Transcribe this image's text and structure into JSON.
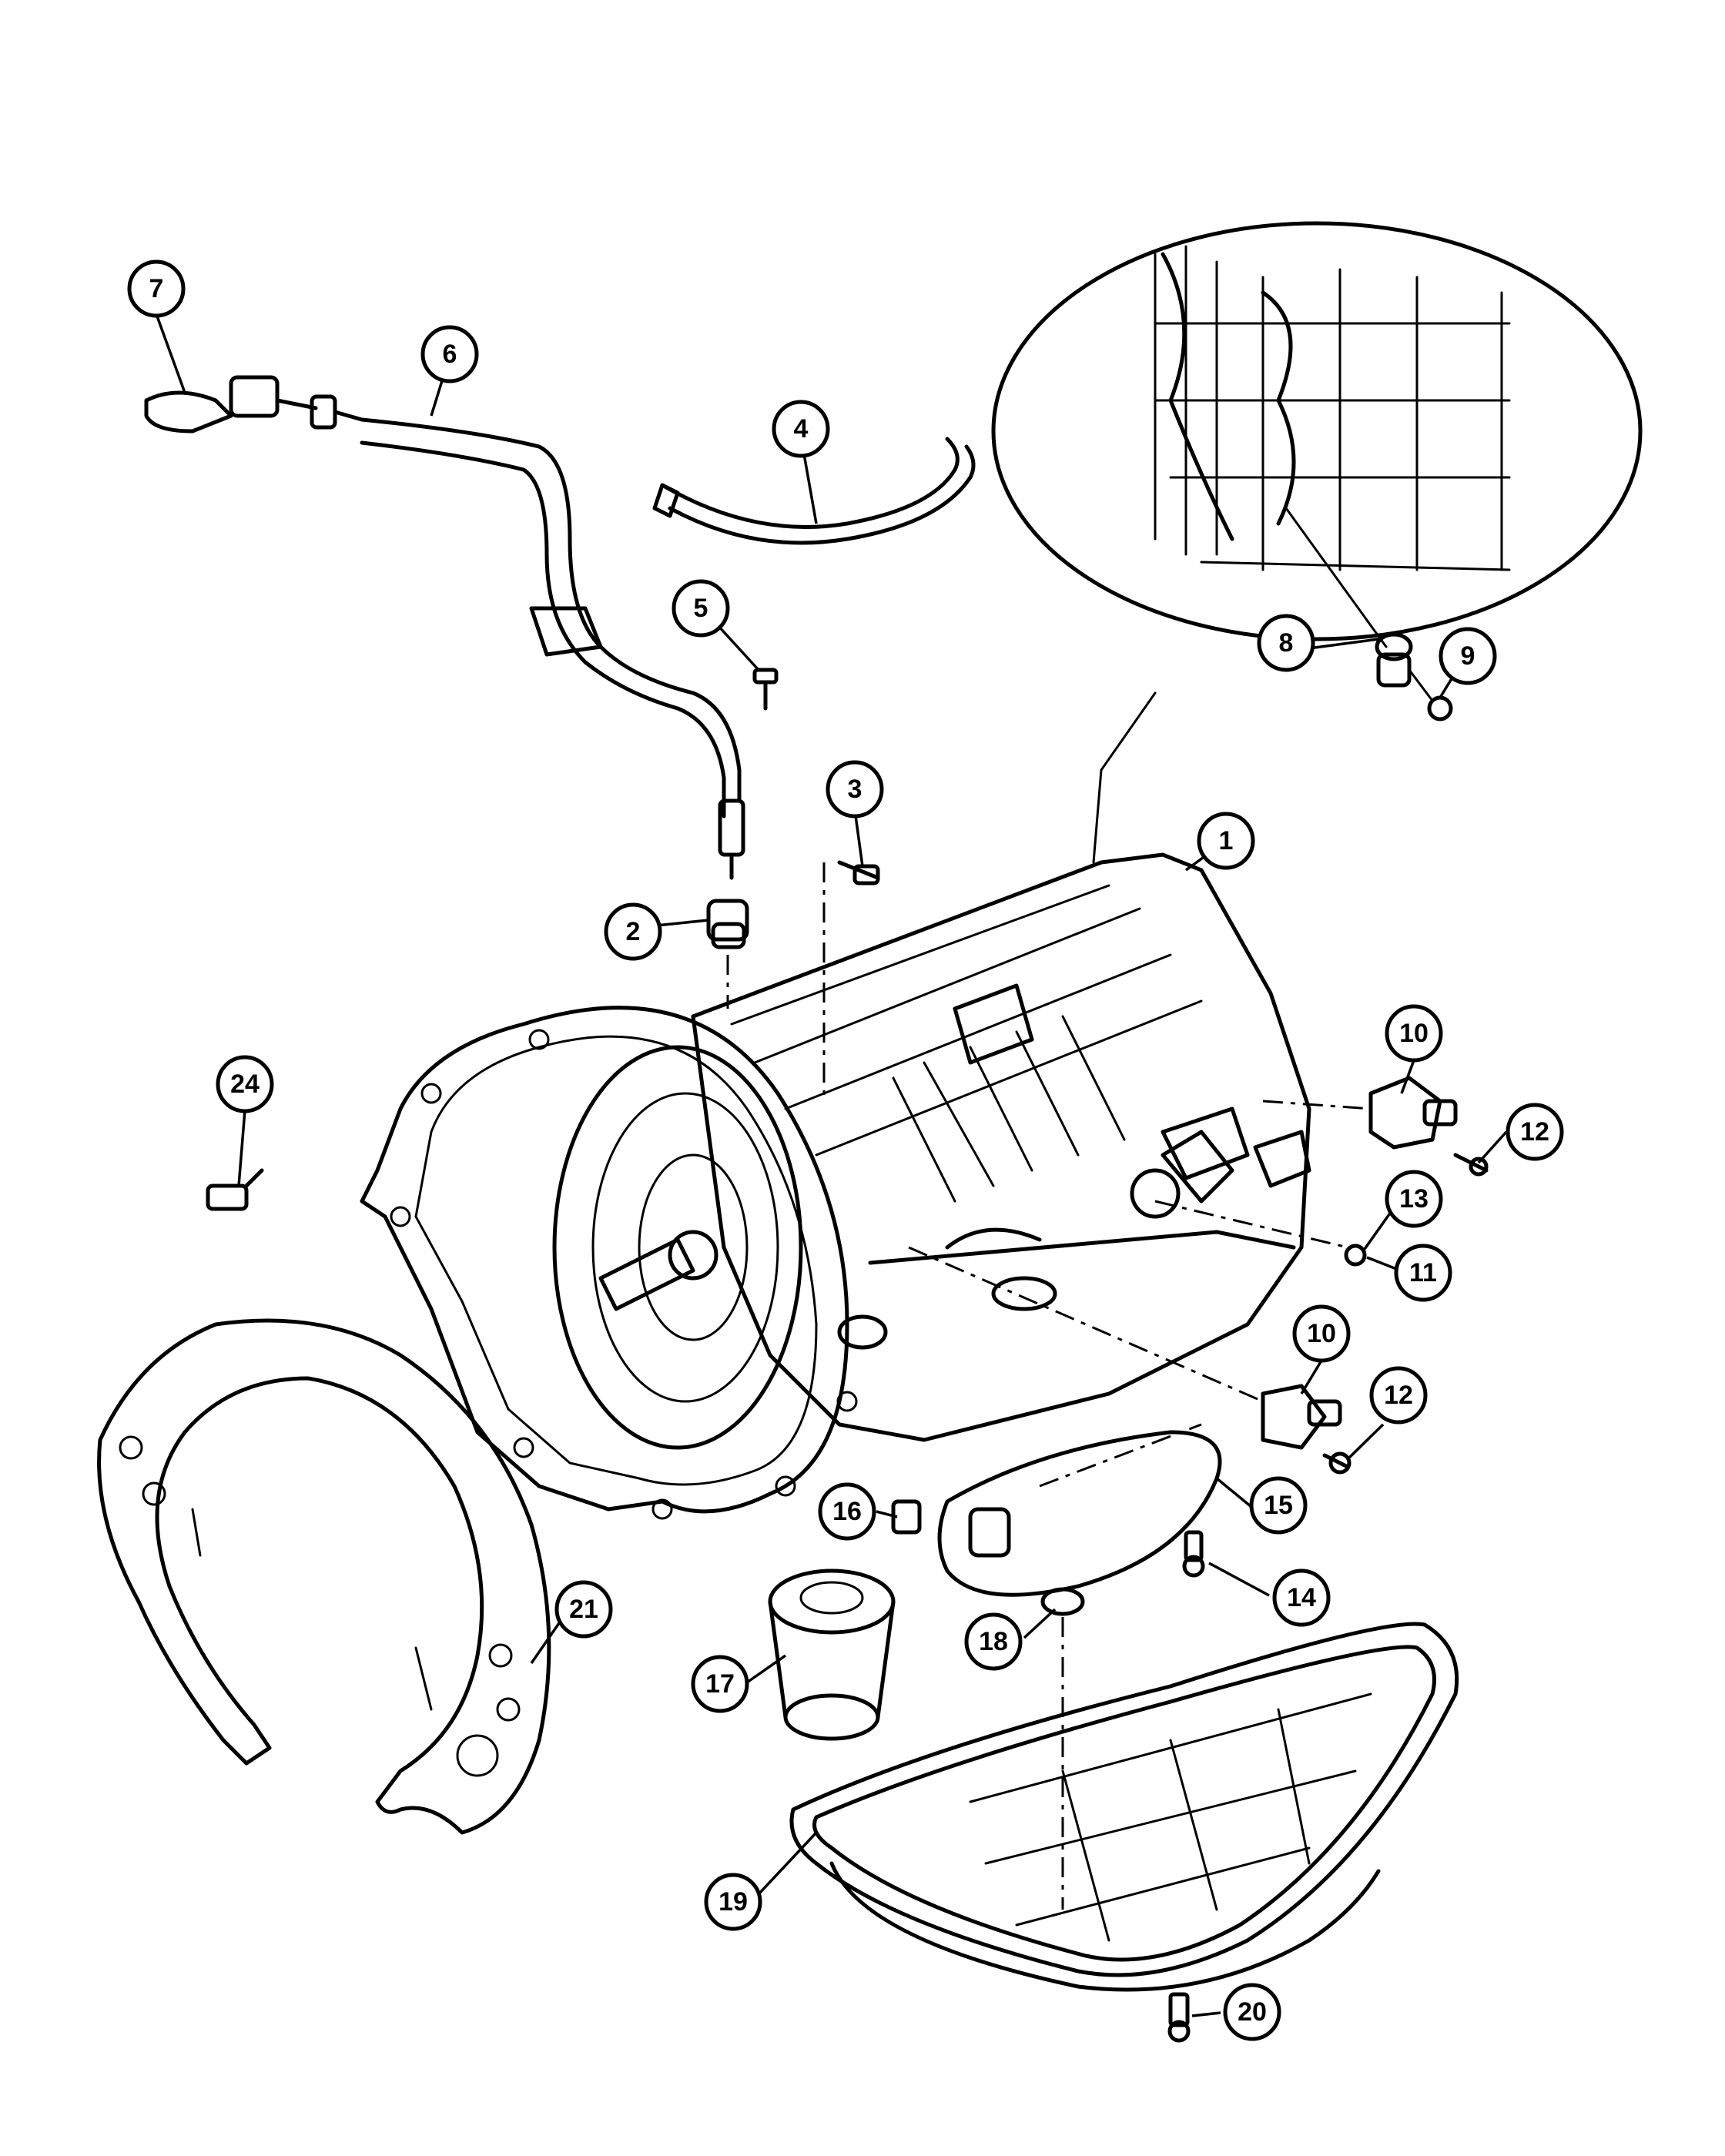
{
  "callouts": [
    {
      "id": "1",
      "label": "1"
    },
    {
      "id": "2",
      "label": "2"
    },
    {
      "id": "3",
      "label": "3"
    },
    {
      "id": "4",
      "label": "4"
    },
    {
      "id": "5",
      "label": "5"
    },
    {
      "id": "6",
      "label": "6"
    },
    {
      "id": "7",
      "label": "7"
    },
    {
      "id": "8",
      "label": "8"
    },
    {
      "id": "9",
      "label": "9"
    },
    {
      "id": "10a",
      "label": "10"
    },
    {
      "id": "10b",
      "label": "10"
    },
    {
      "id": "11",
      "label": "11"
    },
    {
      "id": "12a",
      "label": "12"
    },
    {
      "id": "12b",
      "label": "12"
    },
    {
      "id": "13",
      "label": "13"
    },
    {
      "id": "14",
      "label": "14"
    },
    {
      "id": "15",
      "label": "15"
    },
    {
      "id": "16",
      "label": "16"
    },
    {
      "id": "17",
      "label": "17"
    },
    {
      "id": "18",
      "label": "18"
    },
    {
      "id": "19",
      "label": "19"
    },
    {
      "id": "20",
      "label": "20"
    },
    {
      "id": "21",
      "label": "21"
    },
    {
      "id": "24",
      "label": "24"
    }
  ]
}
